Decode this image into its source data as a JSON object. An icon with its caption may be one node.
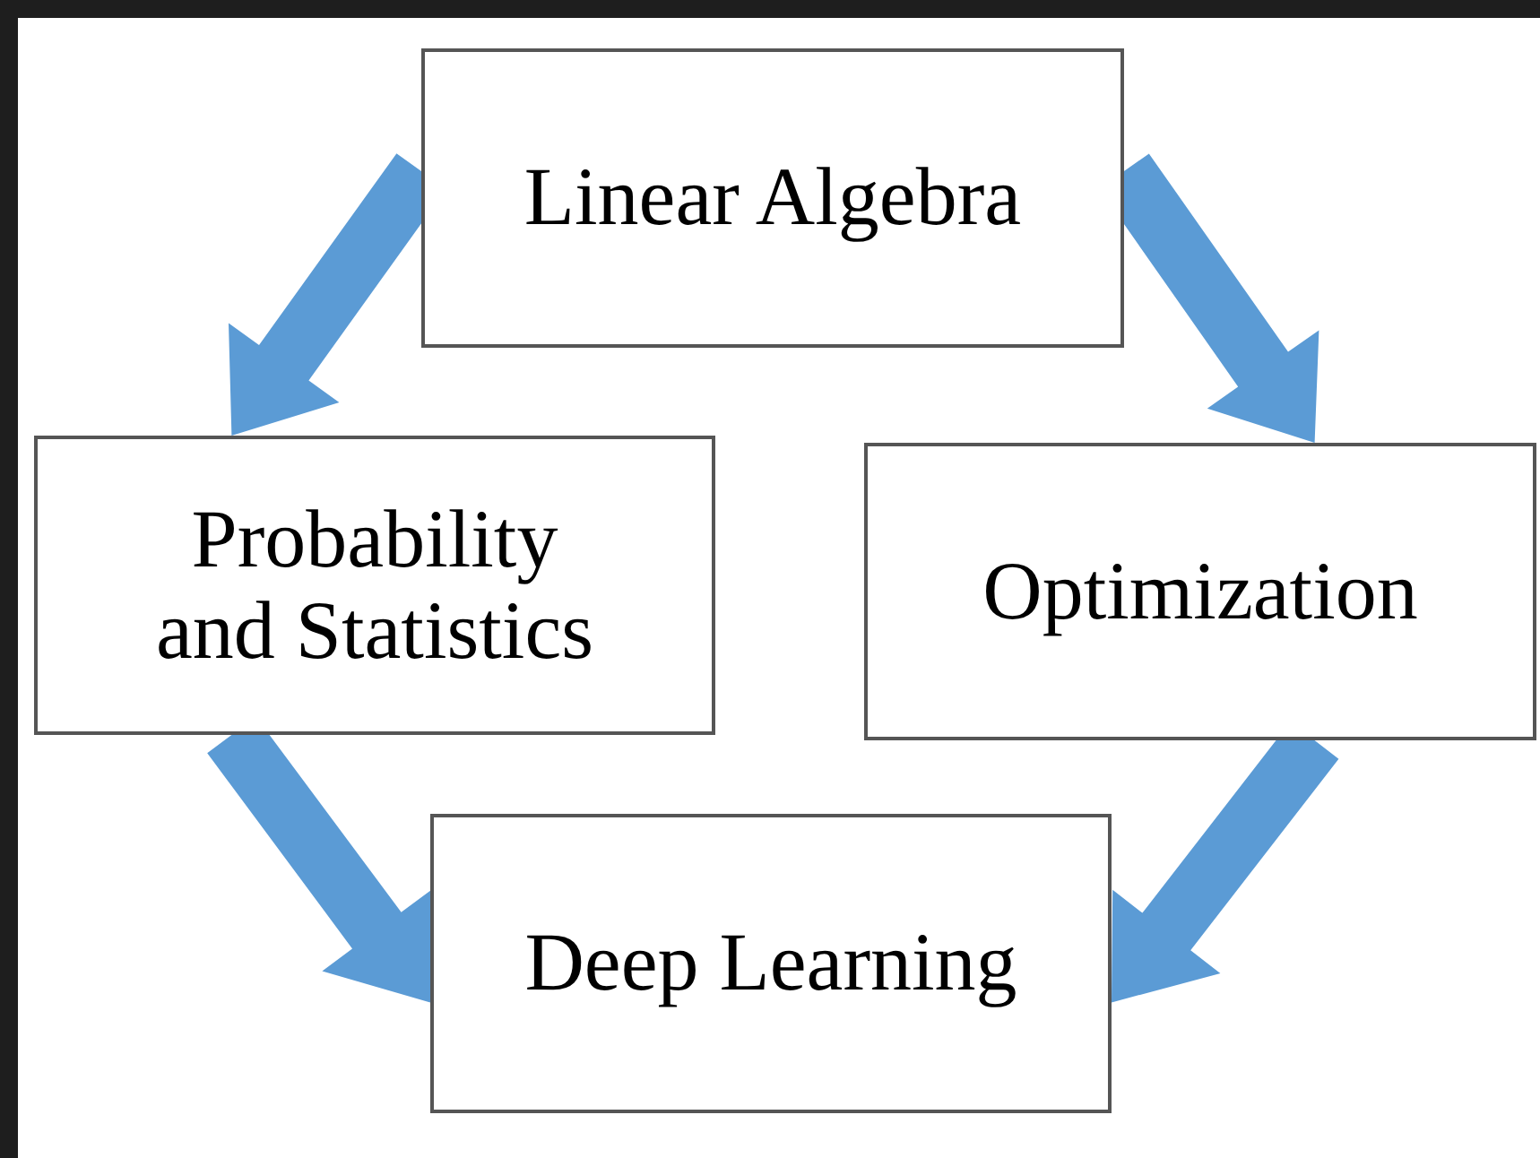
{
  "diagram": {
    "nodes": [
      {
        "text": [
          "Linear Algebra"
        ]
      },
      {
        "text": [
          "Probability and Statistics"
        ]
      },
      {
        "text": [
          "Optimization"
        ]
      },
      {
        "text": [
          "Deep Learning"
        ]
      }
    ],
    "edges": [
      {
        "from": 0,
        "to": 1,
        "arrow": "to"
      },
      {
        "from": 0,
        "to": 2,
        "arrow": "to"
      },
      {
        "from": 1,
        "to": 3,
        "arrow": "to"
      },
      {
        "from": 2,
        "to": 3,
        "arrow": "to"
      }
    ]
  }
}
